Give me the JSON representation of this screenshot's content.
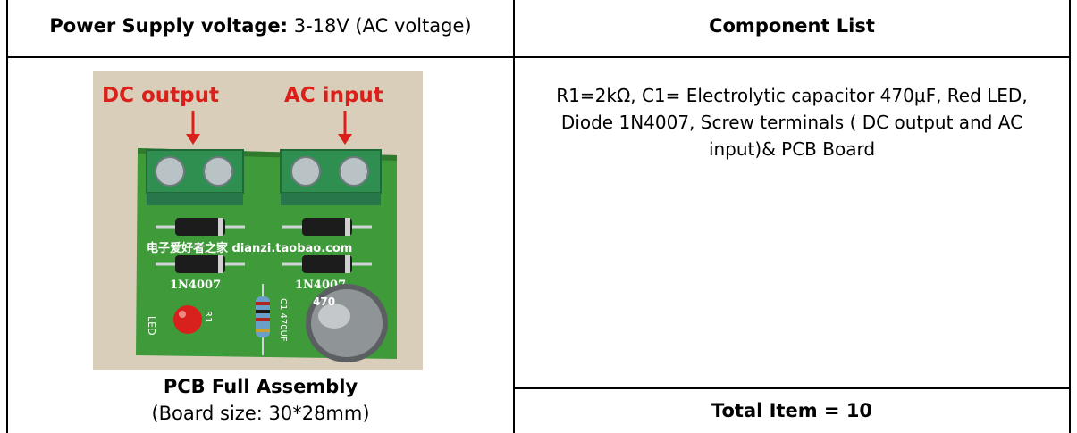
{
  "power": {
    "label": "Power Supply voltage:",
    "value": " 3-18V (AC voltage)"
  },
  "components": {
    "header": "Component List",
    "description": "R1=2kΩ, C1= Electrolytic capacitor 470µF, Red LED, Diode 1N4007, Screw terminals ( DC output and AC input)& PCB Board",
    "total": "Total Item = 10"
  },
  "photo": {
    "dc_label": "DC output",
    "ac_label": "AC input",
    "silk_text": "电子爱好者之家 dianzi.taobao.com",
    "diode_left": "1N4007",
    "diode_right": "1N4007",
    "led_label": "LED",
    "r_label": "R1",
    "c_label": "C1 470UF",
    "cap_mark": "470"
  },
  "caption": {
    "title": "PCB Full Assembly",
    "subtitle": "(Board size: 30*28mm)"
  },
  "colors": {
    "board": "#3f9a3a",
    "terminal": "#2f8f50",
    "arrow_label": "#d9201a",
    "led": "#d8201c"
  }
}
